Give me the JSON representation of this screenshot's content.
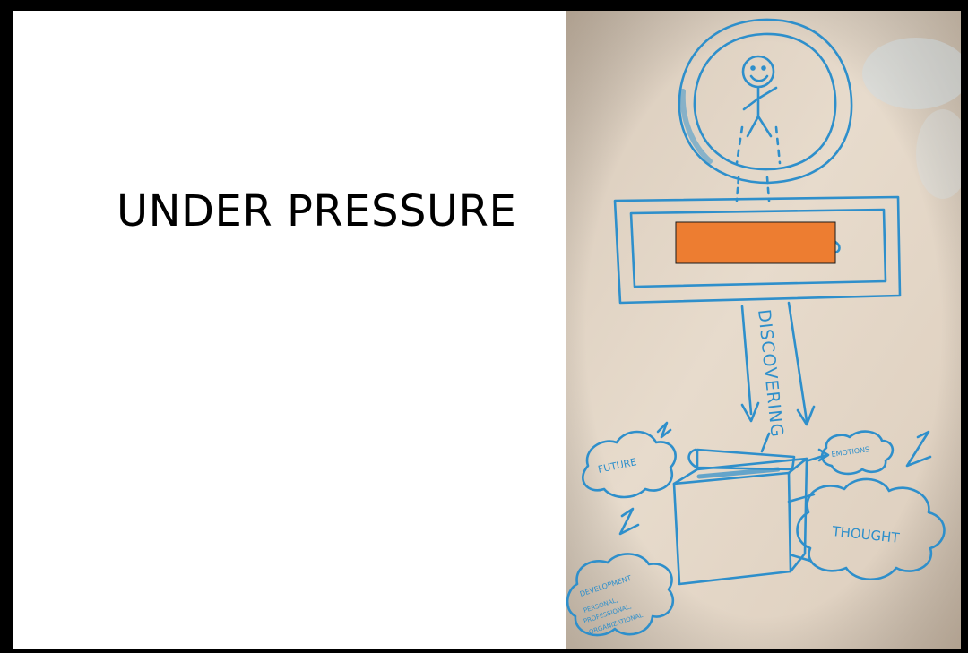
{
  "slide": {
    "title": "UNDER PRESSURE"
  },
  "sketch": {
    "labels": {
      "arrow": "DISCOVERING",
      "cloud_left": "FUTURE",
      "cloud_top_right": "EMOTIONS",
      "cloud_right": "THOUGHT",
      "cloud_bottom_left_title": "DEVELOPMENT",
      "cloud_bottom_left_line1": "PERSONAL,",
      "cloud_bottom_left_line2": "PROFESSIONAL,",
      "cloud_bottom_left_line3": "ORGANIZATIONAL"
    },
    "redaction_color": "#ED7D31",
    "marker_color": "#2E8FCB",
    "paper_color": "#E3D6C6"
  }
}
